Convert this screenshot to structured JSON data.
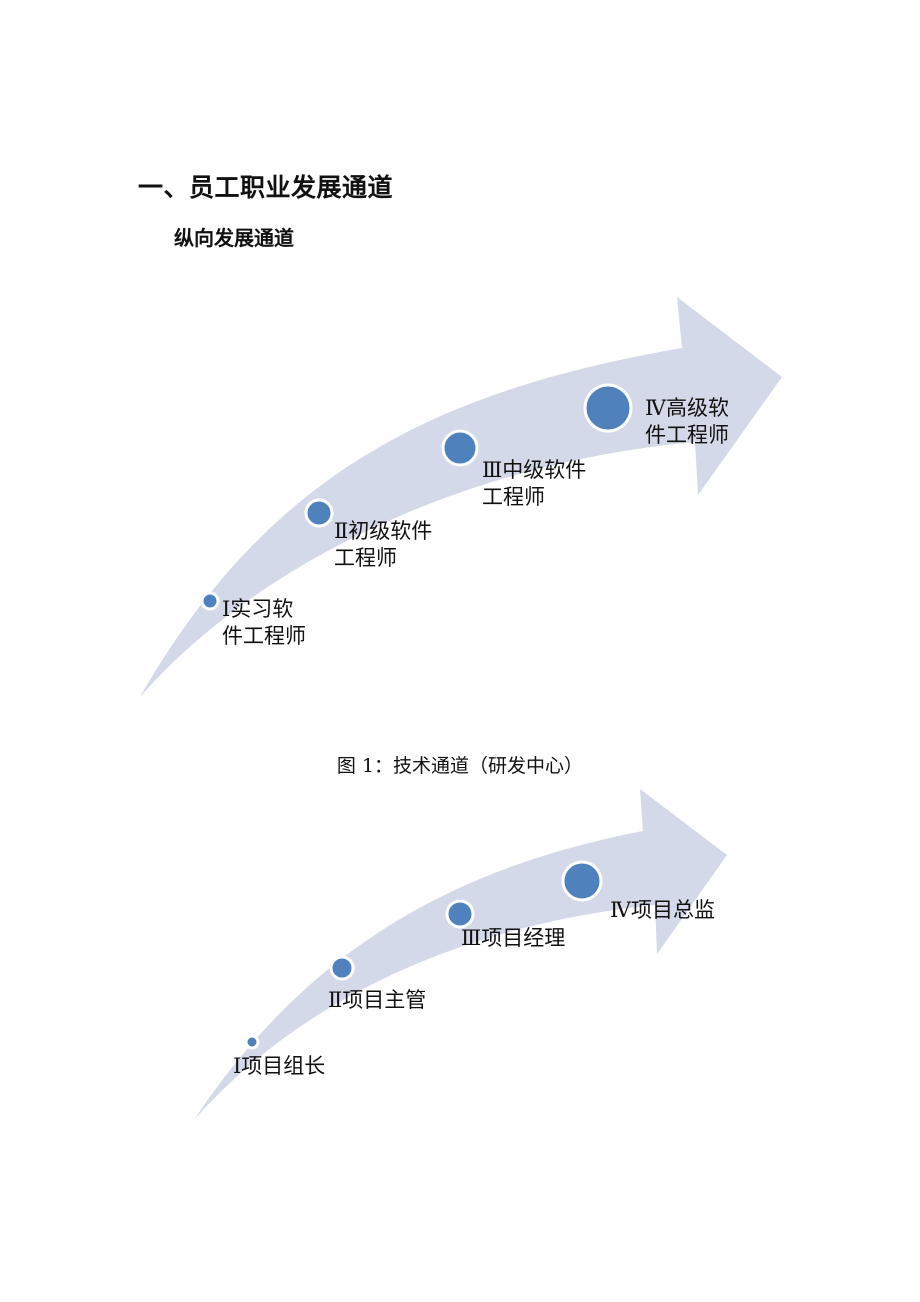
{
  "document": {
    "heading": "一、员工职业发展通道",
    "subheading": "纵向发展通道"
  },
  "technical_channel": {
    "caption": "图 1：技术通道（研发中心）",
    "stages": [
      {
        "line1": "Ⅰ实习软",
        "line2": "件工程师"
      },
      {
        "line1": "Ⅱ初级软件",
        "line2": "工程师"
      },
      {
        "line1": "Ⅲ中级软件",
        "line2": "工程师"
      },
      {
        "line1": "Ⅳ高级软",
        "line2": "件工程师"
      }
    ]
  },
  "management_channel": {
    "stages": [
      {
        "label": "Ⅰ项目组长"
      },
      {
        "label": "Ⅱ项目主管"
      },
      {
        "label": "Ⅲ项目经理"
      },
      {
        "label": "Ⅳ项目总监"
      }
    ]
  },
  "colors": {
    "arrow_fill": "#d3d9e8",
    "circle_fill": "#4f81bd",
    "circle_stroke": "#ffffff"
  }
}
